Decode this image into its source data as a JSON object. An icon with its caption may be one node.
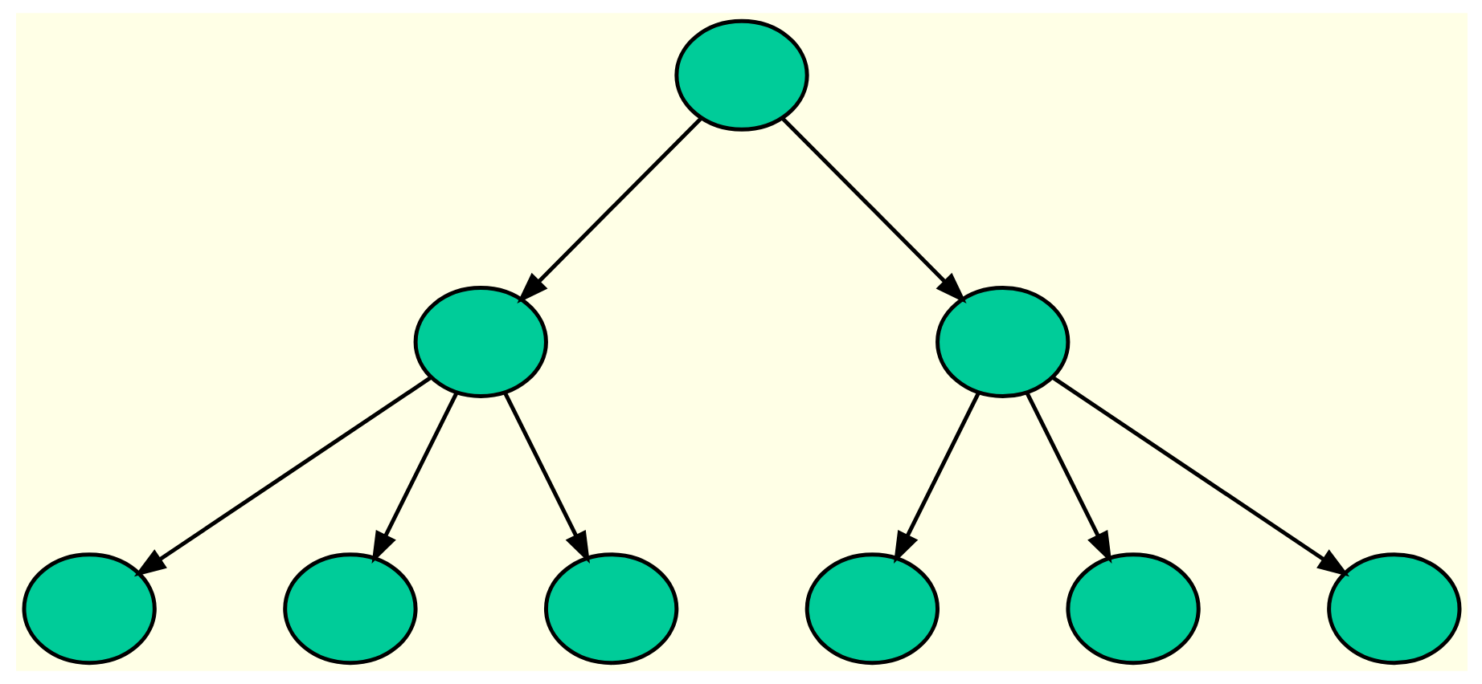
{
  "diagram": {
    "nodes": [
      {
        "text": [],
        "shape": "ellipse"
      },
      {
        "text": [],
        "shape": "ellipse"
      },
      {
        "text": [],
        "shape": "ellipse"
      },
      {
        "text": [],
        "shape": "ellipse"
      },
      {
        "text": [],
        "shape": "ellipse"
      },
      {
        "text": [],
        "shape": "ellipse"
      },
      {
        "text": [],
        "shape": "ellipse"
      },
      {
        "text": [],
        "shape": "ellipse"
      },
      {
        "text": [],
        "shape": "ellipse"
      }
    ],
    "edges": [
      {
        "from": 0,
        "to": 1,
        "arrow": "to"
      },
      {
        "from": 0,
        "to": 2,
        "arrow": "to"
      },
      {
        "from": 1,
        "to": 3,
        "arrow": "to"
      },
      {
        "from": 1,
        "to": 4,
        "arrow": "to"
      },
      {
        "from": 1,
        "to": 5,
        "arrow": "to"
      },
      {
        "from": 2,
        "to": 6,
        "arrow": "to"
      },
      {
        "from": 2,
        "to": 7,
        "arrow": "to"
      },
      {
        "from": 2,
        "to": 8,
        "arrow": "to"
      }
    ]
  }
}
